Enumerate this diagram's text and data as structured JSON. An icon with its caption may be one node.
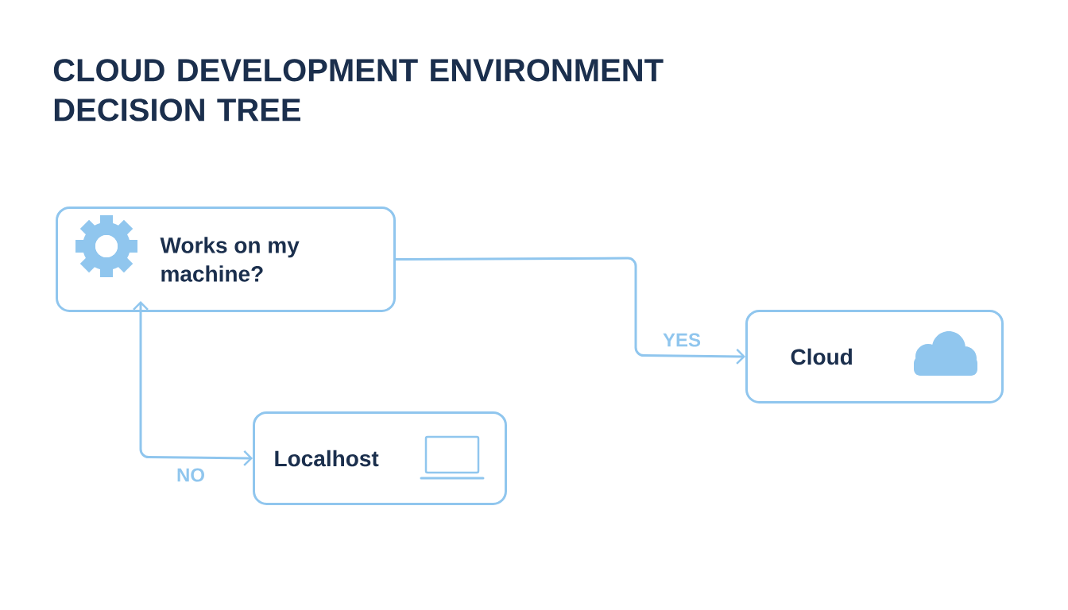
{
  "diagram": {
    "title": "CLOUD DEVELOPMENT ENVIRONMENT DECISION TREE",
    "nodes": [
      {
        "text": [
          "Works on my machine?"
        ]
      },
      {
        "text": [
          "Cloud"
        ]
      },
      {
        "text": [
          "Localhost"
        ]
      }
    ],
    "edges": [
      {
        "from": 0,
        "to": 1,
        "arrow": "to",
        "label": "YES"
      },
      {
        "from": 2,
        "to": 0,
        "arrow": "both",
        "label": "NO"
      }
    ]
  }
}
